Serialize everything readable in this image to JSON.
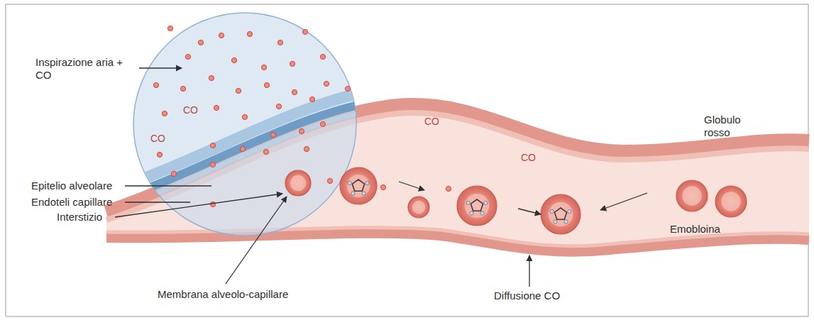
{
  "diagram": {
    "labels": [
      "Inspirazione aria + CO",
      "CO",
      "CO",
      "Epitelio alveolare",
      "Endoteli capillare",
      "Interstizio",
      "Membrana alveolo-capillare",
      "CO",
      "CO",
      "Globulo rosso",
      "Emobloina",
      "Diffusione CO"
    ]
  }
}
